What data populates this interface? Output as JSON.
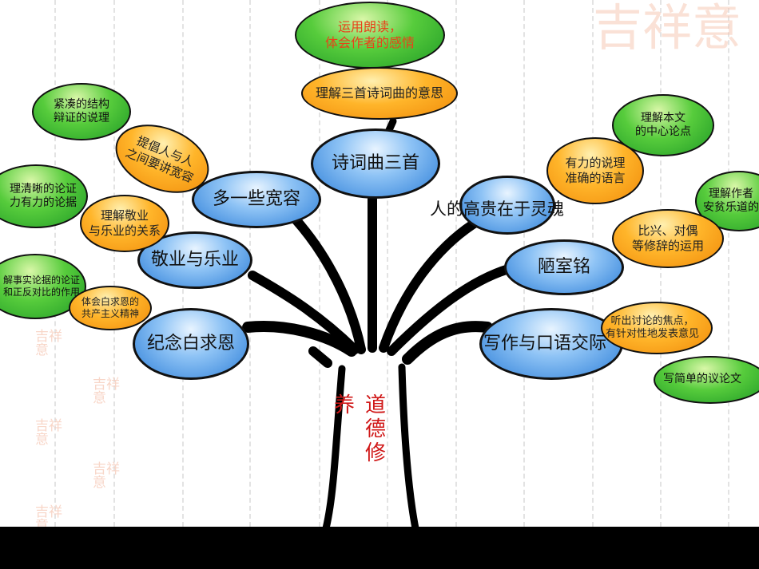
{
  "center": {
    "line1": "养",
    "line2": "道德修"
  },
  "watermark": {
    "text": "吉祥意"
  },
  "branches": {
    "sixiang": "诗词曲三首",
    "kuanrong": "多一些宽容",
    "jingye": "敬业与乐业",
    "baiqiuen": "纪念白求恩",
    "rengaogui": "人的高贵在于灵魂",
    "loushiming": "陋室铭",
    "xiezuo": "写作与口语交际"
  },
  "leaves": {
    "langdu": "运用朗读，\n体会作者的感情",
    "yisi": "理解三首诗词曲的意思",
    "jincou": "紧凑的结构\n辩证的说理",
    "tichang": "提倡人与人\n之间要讲宽容",
    "qingxi": "理清晰的论证\n力有力的论据",
    "lijie_jingye": "理解敬业\n与乐业的关系",
    "shishi": "解事实论据的论证\n和正反对比的作用",
    "gongchan": "体会白求恩的\n共产主义精神",
    "zhongxin": "理解本文\n的中心论点",
    "youli": "有力的说理\n准确的语言",
    "anpin": "理解作者\n安贫乐道的",
    "bixing": "比兴、对偶\n等修辞的运用",
    "jiaodian": "听出讨论的焦点，\n有针对性地发表意见",
    "yilunwen": "写简单的议论文"
  }
}
